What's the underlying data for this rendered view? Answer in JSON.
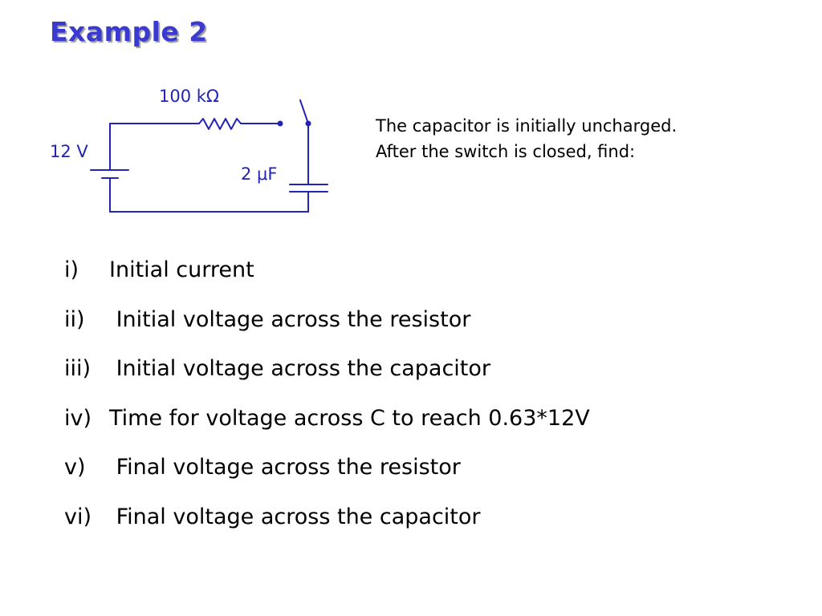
{
  "slide": {
    "title": "Example 2"
  },
  "circuit": {
    "resistor_label": "100 kΩ",
    "source_label": "12 V",
    "capacitor_label": "2 μF",
    "wire_color": "#2323b8"
  },
  "note": {
    "line1": "The capacitor is initially uncharged.",
    "line2": "After the switch is closed, find:"
  },
  "questions": [
    {
      "num": "i)",
      "text": "Initial current"
    },
    {
      "num": "ii)",
      "text": " Initial voltage across the resistor"
    },
    {
      "num": "iii)",
      "text": " Initial voltage across the capacitor"
    },
    {
      "num": "iv)",
      "text": "Time for voltage across C to reach 0.63*12V"
    },
    {
      "num": "v)",
      "text": " Final voltage across the resistor"
    },
    {
      "num": "vi)",
      "text": " Final voltage across the capacitor"
    }
  ]
}
